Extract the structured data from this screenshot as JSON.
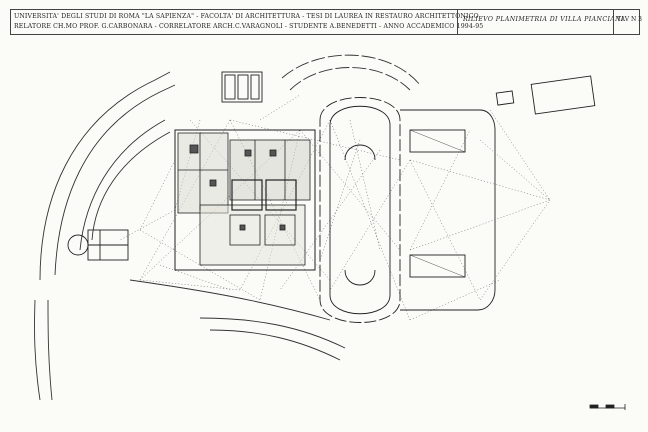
{
  "title_block": {
    "line1": "UNIVERSITA' DEGLI STUDI DI ROMA \"LA SAPIENZA\" - FACOLTA' DI ARCHITETTURA - TESI DI LAUREA IN RESTAURO ARCHITETTONICO",
    "line2": "RELATORE CH.MO PROF. G.CARBONARA - CORRELATORE ARCH.C.VARAGNOLI - STUDENTE A.BENEDETTI - ANNO ACCADEMICO 1994-95",
    "drawing_title": "RILIEVO PLANIMETRIA DI VILLA PIANCIANI",
    "sheet_number": "TAV N 3"
  }
}
